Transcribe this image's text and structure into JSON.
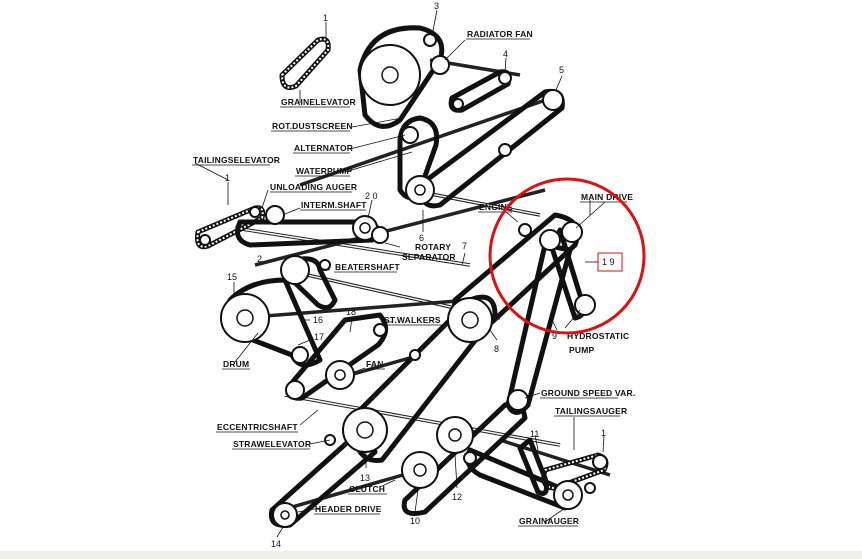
{
  "diagram": {
    "labels": {
      "grain_elevator": "GRAINELEVATOR",
      "rot_dustscreen": "ROT.DUSTSCREEN",
      "alternator": "ALTERNATOR",
      "waterpump": "WATERPUMP",
      "tailings_elevator": "TAILINGSELEVATOR",
      "unloading_auger": "UNLOADING AUGER",
      "interm_shaft": "INTERM.SHAFT",
      "radiator_fan": "RADIATOR FAN",
      "engine": "ENGINE",
      "main_drive": "MAIN DRIVE",
      "rotary": "ROTARY",
      "separator": "SEPARATOR",
      "beatershaft": "BEATERSHAFT",
      "st_walkers": "ST.WALKERS",
      "drum": "DRUM",
      "fan": "FAN",
      "hydrostatic": "HYDROSTATIC",
      "pump": "PUMP",
      "ground_speed_var": "GROUND SPEED VAR.",
      "tailings_auger": "TAILINGSAUGER",
      "eccentric_shaft": "ECCENTRICSHAFT",
      "straw_elevator": "STRAWELEVATOR",
      "clutch": "CLUTCH",
      "header_drive": "HEADER DRIVE",
      "grain_auger": "GRAINAUGER"
    },
    "numbers": {
      "n1_top": "1",
      "n3": "3",
      "n4": "4",
      "n5": "5",
      "n1_left": "1",
      "n2": "2",
      "n20": "2 0",
      "n6": "6",
      "n7": "7",
      "n15": "15",
      "n16": "16",
      "n17": "17",
      "n18": "18",
      "n8": "8",
      "n9": "9",
      "n11": "11",
      "n1_right": "1",
      "n13": "13",
      "n12": "12",
      "n10": "10",
      "n14": "14",
      "n19": "1 9"
    },
    "highlight_color": "#e01010",
    "ink_color": "#111111"
  }
}
